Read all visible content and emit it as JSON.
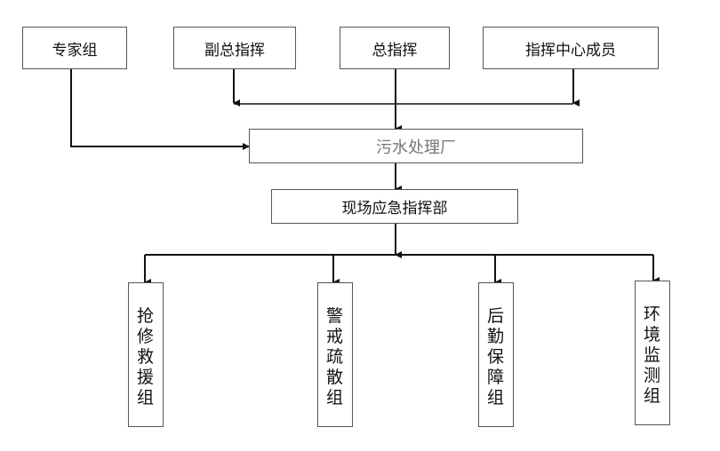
{
  "top_boxes": {
    "experts": "专家组",
    "deputy_commander": "副总指挥",
    "commander": "总指挥",
    "center_members": "指挥中心成员"
  },
  "plant": "污水处理厂",
  "site_command": "现场应急指挥部",
  "groups": [
    "抢修救援组",
    "警戒疏散组",
    "后勤保障组",
    "环境监测组"
  ]
}
